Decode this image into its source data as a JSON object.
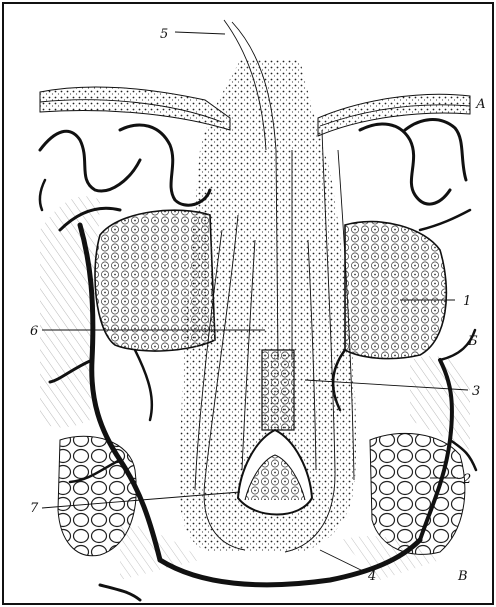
{
  "labels": {
    "n1": "1",
    "n2": "2",
    "n3": "3",
    "n4": "4",
    "n5": "5",
    "n6": "6",
    "n7": "7",
    "A": "А",
    "B": "Б",
    "V": "В"
  },
  "colors": {
    "ink": "#111111",
    "paper": "#ffffff"
  }
}
